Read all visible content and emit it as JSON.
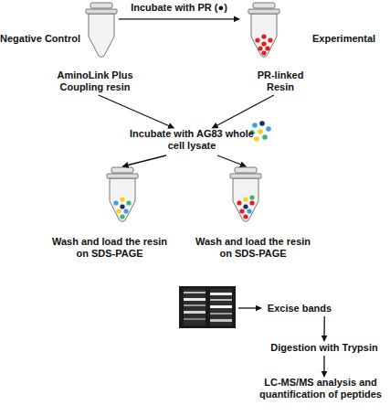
{
  "diagram": {
    "nodes": [
      {
        "text": [
          "Negative Control",
          "AminoLink Plus Coupling resin"
        ]
      },
      {
        "text": [
          "Experimental",
          "PR-linked Resin"
        ]
      },
      {
        "text": [
          "Incubate with AG83 whole cell lysate"
        ]
      },
      {
        "text": [
          "Wash and load the resin on SDS-PAGE"
        ]
      },
      {
        "text": [
          "Wash and load the resin on SDS-PAGE"
        ]
      },
      {
        "text": [
          "Excise bands"
        ]
      },
      {
        "text": [
          "Digestion with Trypsin"
        ]
      },
      {
        "text": [
          "LC-MS/MS analysis and quantification of peptides"
        ]
      }
    ],
    "edges": [
      {
        "from": 0,
        "to": 1,
        "label": "Incubate with PR (●)",
        "arrow": "to"
      },
      {
        "from": 0,
        "to": 2,
        "arrow": "to"
      },
      {
        "from": 1,
        "to": 2,
        "arrow": "to"
      },
      {
        "from": 2,
        "to": 3,
        "arrow": "to"
      },
      {
        "from": 2,
        "to": 4,
        "arrow": "to"
      },
      {
        "from": 5,
        "to": 6,
        "arrow": "to"
      },
      {
        "from": 6,
        "to": 7,
        "arrow": "to"
      }
    ]
  }
}
